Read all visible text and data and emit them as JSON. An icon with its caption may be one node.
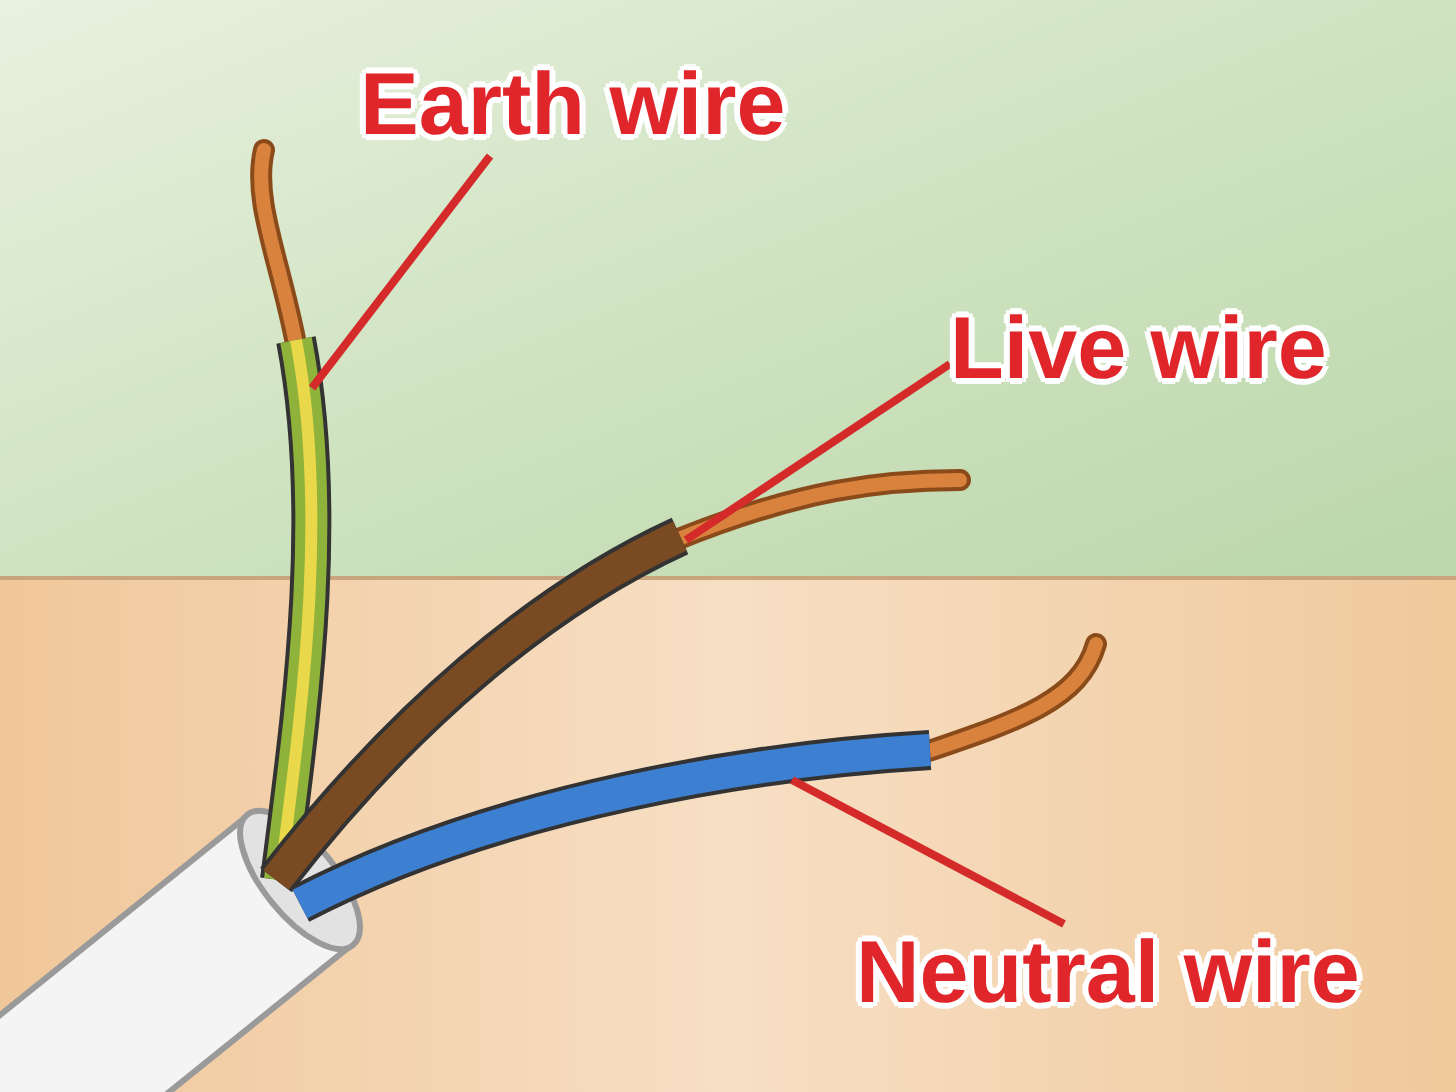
{
  "diagram": {
    "nodes": [
      {
        "text": [
          "Earth wire"
        ]
      },
      {
        "text": [],
        "shape": "picture"
      },
      {
        "text": [
          "Live wire"
        ]
      },
      {
        "text": [],
        "shape": "picture"
      },
      {
        "text": [
          "Neutral wire"
        ]
      },
      {
        "text": [],
        "shape": "picture"
      }
    ],
    "edges": [
      {
        "from": 0,
        "to": 1,
        "arrow": "none"
      },
      {
        "from": 2,
        "to": 3,
        "arrow": "none"
      },
      {
        "from": 4,
        "to": 5,
        "arrow": "none"
      }
    ]
  }
}
